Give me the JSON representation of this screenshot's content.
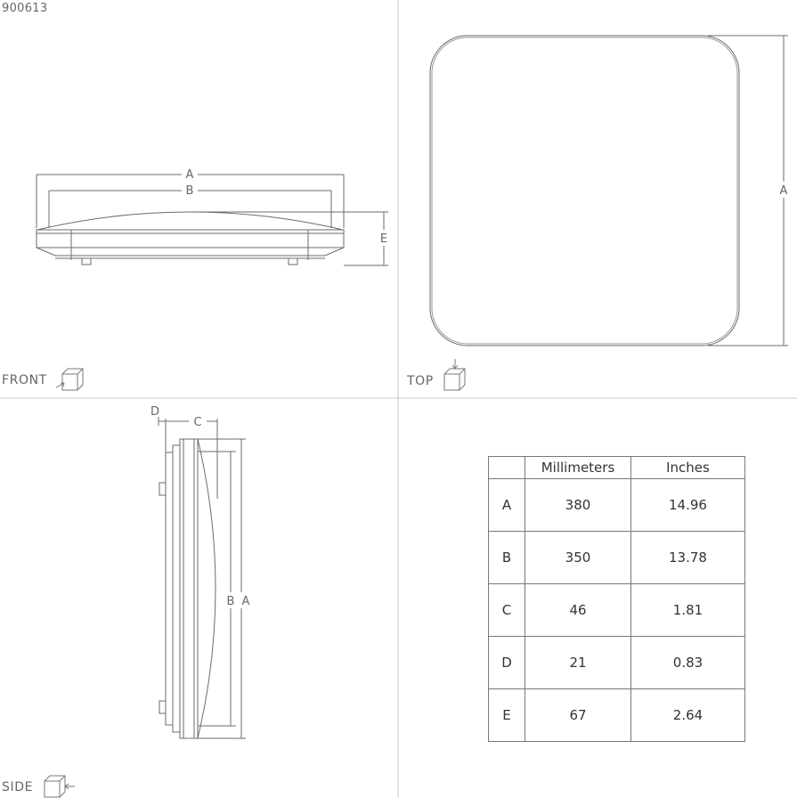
{
  "product_code": "900613",
  "views": {
    "front": "FRONT",
    "top": "TOP",
    "side": "SIDE"
  },
  "dimension_letters": {
    "a": "A",
    "b": "B",
    "c": "C",
    "d": "D",
    "e": "E"
  },
  "table": {
    "headers": [
      "",
      "Millimeters",
      "Inches"
    ],
    "rows": [
      {
        "label": "A",
        "mm": "380",
        "in": "14.96"
      },
      {
        "label": "B",
        "mm": "350",
        "in": "13.78"
      },
      {
        "label": "C",
        "mm": "46",
        "in": "1.81"
      },
      {
        "label": "D",
        "mm": "21",
        "in": "0.83"
      },
      {
        "label": "E",
        "mm": "67",
        "in": "2.64"
      }
    ]
  },
  "colors": {
    "line": "#6b6b6b",
    "grid": "#bbbbbb"
  }
}
